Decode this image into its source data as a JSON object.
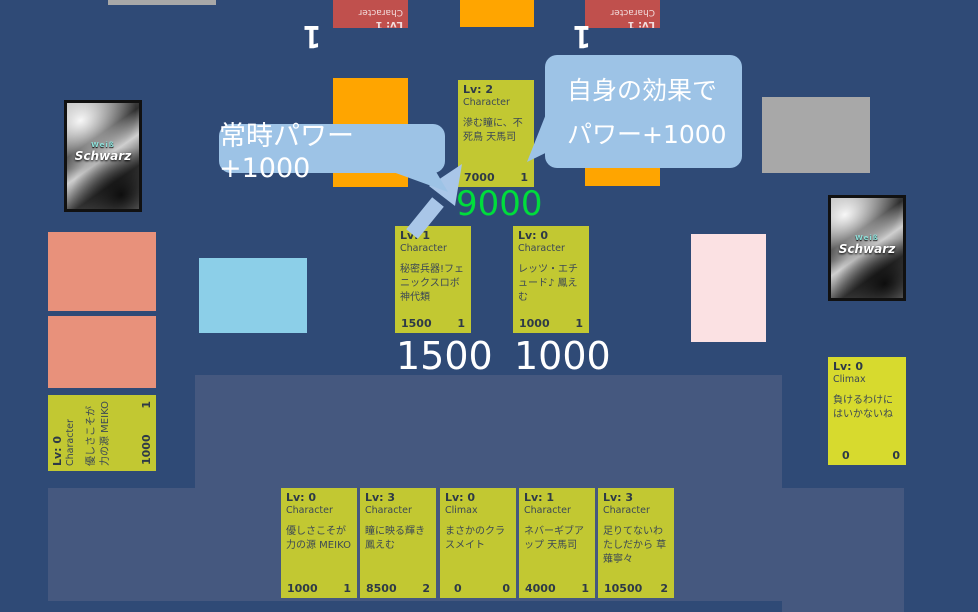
{
  "ui": {
    "level_markers": [
      "1",
      "1"
    ],
    "bubble_left": "常時パワー+1000",
    "bubble_right_line1": "自身の効果で",
    "bubble_right_line2": "パワー+1000",
    "power_total_center": "9000",
    "power_total_left": "1500",
    "power_total_right": "1000"
  },
  "card_back": {
    "brand_weiss": "Weiß",
    "brand_schwarz": "Schwarz"
  },
  "opponent_clock_cards": [
    {
      "lv": "Lv: 1",
      "type": "Character"
    },
    {
      "lv": "Lv: 1",
      "type": "Character"
    }
  ],
  "stage": {
    "opponent_center": {
      "lv": "Lv: 2",
      "type": "Character",
      "name": "滲む瞳に、不死鳥 天馬司",
      "power": "7000",
      "soul": "1"
    },
    "player_left": {
      "lv": "Lv: 1",
      "type": "Character",
      "name": "秘密兵器!フェニックスロボ 神代類",
      "power": "1500",
      "soul": "1"
    },
    "player_right": {
      "lv": "Lv: 0",
      "type": "Character",
      "name": "レッツ・エチュード♪ 鳳えむ",
      "power": "1000",
      "soul": "1"
    }
  },
  "level_zone_card": {
    "lv": "Lv: 0",
    "type": "Character",
    "name": "優しさこそが力の源 MEIKO",
    "power": "1000",
    "soul": "1"
  },
  "climax_zone_card": {
    "lv": "Lv: 0",
    "type": "Climax",
    "name": "負けるわけにはいかないね",
    "power": "0",
    "soul": "0"
  },
  "hand": [
    {
      "lv": "Lv: 0",
      "type": "Character",
      "name": "優しさこそが力の源 MEIKO",
      "power": "1000",
      "soul": "1"
    },
    {
      "lv": "Lv: 3",
      "type": "Character",
      "name": "瞳に映る輝き 鳳えむ",
      "power": "8500",
      "soul": "2"
    },
    {
      "lv": "Lv: 0",
      "type": "Climax",
      "name": "まさかのクラスメイト",
      "power": "0",
      "soul": "0"
    },
    {
      "lv": "Lv: 1",
      "type": "Character",
      "name": "ネバーギブアップ 天馬司",
      "power": "4000",
      "soul": "1"
    },
    {
      "lv": "Lv: 3",
      "type": "Character",
      "name": "足りてないわたしだから 草薙寧々",
      "power": "10500",
      "soul": "2"
    }
  ],
  "colors": {
    "background": "#2F4A76",
    "panel": "#45587F",
    "card_yellow": "#C2C832",
    "climax_yellow": "#D7DA2E",
    "card_red": "#C0504D",
    "zone_orange": "#FFA500",
    "zone_salmon": "#E8917B",
    "zone_sky_blue": "#8CCFE8",
    "zone_pink": "#FBE1E3",
    "zone_gray": "#A8A8A8",
    "bubble_blue": "#9DC3E6",
    "arrow_blue": "#A9C6E8",
    "power_green": "#00DC3C"
  }
}
